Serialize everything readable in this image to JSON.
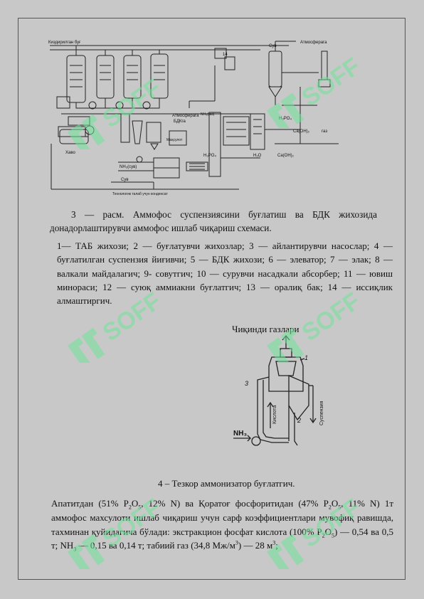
{
  "figure3": {
    "labels": {
      "steam_in": "Киздирилган буғ",
      "water": "Сув",
      "atmosphere": "Атмосферага",
      "atmosphere2": "Атмосферага",
      "to_bdk": "БДКга",
      "ammonia": "NH₃(газ)",
      "ammonia2": "NH₃(сув)",
      "phosphoric": "H₃PO₄",
      "phosphoric2": "H₃PO₄",
      "water2": "H₂O",
      "lime": "Ca(OH)₂",
      "lime2": "Ca(OH)₂",
      "condensate": "Технологик талаб учун конденсат",
      "natural_gas": "газ",
      "water_label": "Сув",
      "air": "Хаво",
      "mother": "Маҳсулот",
      "number_14": "14"
    }
  },
  "caption3": "3 — расм. Аммофос суспензиясини буғлатиш ва БДК жихозида донадорлаштирувчи аммофос ишлаб чиқариш схемаси.",
  "legend": "1— ТАБ жихози; 2 — буғлатувчи жихозлар; 3 — айлантирувчи насослар; 4 — буғлатилган суспензия йиғивчи; 5 — БДК жихози; 6 — элеватор; 7 — элак; 8 — валкали майдалагич; 9- совутгич; 10 — сурувчи насадкали абсорбер; 11 — ювиш минораси; 12 — суюқ аммиакни буғлатгич; 13 — оралиқ бак; 14 — иссиқлик алмаштиргич.",
  "figure4": {
    "title": "Чиқинди газлари",
    "labels": {
      "num1": "1",
      "num2": "2",
      "num3": "3",
      "suspension": "Суспензия",
      "acid": "Кислота",
      "ammonia": "NH₃"
    }
  },
  "caption4": "4 – Тезкор аммонизатор буғлатгич.",
  "body": {
    "p1": "Апатитдан (51% P",
    "sub1": "2",
    "p2": "O",
    "sub2": "5",
    "p3": ", 12% N) ва Қоратоғ фосфоритидан (47% P",
    "sub3": "2",
    "p4": "O",
    "sub4": "5",
    "p5": ", 11% N) 1т аммофос махсулоти ишлаб чиқариш учун сарф коэффициентлари мувофиқ равишда, тахминан қуйидагича бўлади: экстракцион фосфат кислота (100% P",
    "sub5": "2",
    "p6": "O",
    "sub6": "5",
    "p7": ") — 0,54 ва 0,5 т; NH",
    "sub7": "3",
    "p8": " — 0,15 ва 0,14 т; табиий газ (34,8 Мж/м",
    "sup1": "3",
    "p9": ") — 28 м",
    "sup2": "3",
    "p10": ";"
  }
}
